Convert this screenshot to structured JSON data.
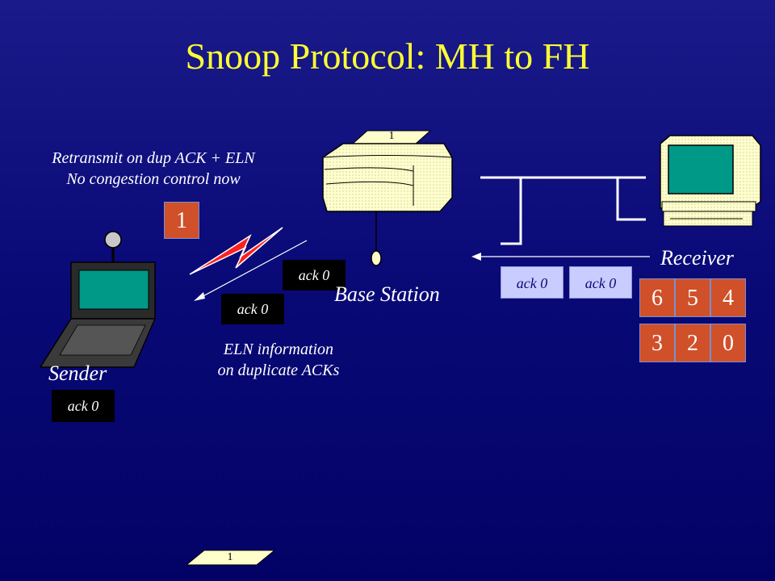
{
  "title": "Snoop Protocol: MH to FH",
  "notes": {
    "retransmit_line1": "Retransmit on dup ACK + ELN",
    "retransmit_line2": "No congestion control  now",
    "eln_line1": "ELN information",
    "eln_line2": "on duplicate ACKs"
  },
  "labels": {
    "sender": "Sender",
    "base_station": "Base Station",
    "receiver": "Receiver"
  },
  "sender_buffer": "1",
  "wireless_acks": [
    "ack 0",
    "ack 0"
  ],
  "sender_ack": "ack 0",
  "wired_acks": [
    "ack 0",
    "ack 0"
  ],
  "receiver_buffer": {
    "row1": [
      "6",
      "5",
      "4"
    ],
    "row2": [
      "3",
      "2",
      "0"
    ]
  },
  "slide_number_top": "1",
  "slide_number_bottom": "1",
  "colors": {
    "background": "#0a0a78",
    "title": "#ffff33",
    "packet": "#d0502a",
    "ack_dark": "#000000",
    "ack_light": "#c8ccff",
    "device": "#ffffcc",
    "screen": "#009988"
  }
}
